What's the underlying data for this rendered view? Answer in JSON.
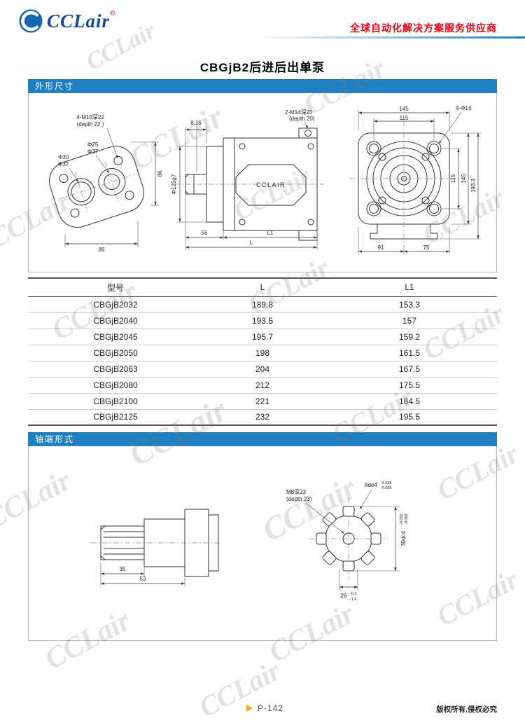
{
  "header": {
    "logo_text": "CCLair",
    "logo_reg": "®",
    "tagline": "全球自动化解决方案服务供应商"
  },
  "page_title": "CBGjB2后进后出单泵",
  "sections": {
    "outline": "外形尺寸",
    "shaft_end": "轴端形式"
  },
  "drawings": {
    "front": {
      "bolt_note": "4-M10深22",
      "bolt_note2": "(depth 22 )",
      "d1": "Φ30",
      "d2": "Φ37",
      "d3": "Φ25",
      "d4": "Φ37",
      "h86": "86",
      "w86": "86"
    },
    "side": {
      "top_dim": "8,16",
      "port_note": "2-M14深20",
      "port_note2": "(depth 20)",
      "flange_dia": "Φ125g7",
      "brand": "CCLAIR",
      "d56": "56",
      "dL1": "L1",
      "dL": "L"
    },
    "rear": {
      "w145": "145",
      "w115": "115",
      "holes": "4-Φ13",
      "h115": "115",
      "h145": "145",
      "h193": "193.3",
      "b91": "91",
      "b75": "75"
    },
    "shaft": {
      "d35": "35",
      "d53": "53"
    },
    "shaft_end": {
      "m8": "M8深23",
      "m8b": "(depth 23)",
      "spline": "8de4",
      "spline_t1": "-0.035",
      "spline_t2": "-0.095",
      "dia": "30dc4",
      "dia_t1": "-0.050",
      "dia_t2": "-0.089",
      "w26": "26",
      "w26_t1": "-0.2",
      "w26_t2": "-1.4"
    }
  },
  "table": {
    "headers": [
      "型号",
      "L",
      "L1"
    ],
    "rows": [
      [
        "CBGjB2032",
        "189.8",
        "153.3"
      ],
      [
        "CBGjB2040",
        "193.5",
        "157"
      ],
      [
        "CBGjB2045",
        "195.7",
        "159.2"
      ],
      [
        "CBGjB2050",
        "198",
        "161.5"
      ],
      [
        "CBGjB2063",
        "204",
        "167.5"
      ],
      [
        "CBGjB2080",
        "212",
        "175.5"
      ],
      [
        "CBGjB2100",
        "221",
        "184.5"
      ],
      [
        "CBGjB2125",
        "232",
        "195.5"
      ]
    ]
  },
  "footer": {
    "page": "P-142",
    "copyright": "版权所有,侵权必究"
  },
  "watermark": "CCLair",
  "colors": {
    "accent_blue": "#1f7fc0",
    "brand_red": "#e60012",
    "logo_blue": "#15489c"
  }
}
